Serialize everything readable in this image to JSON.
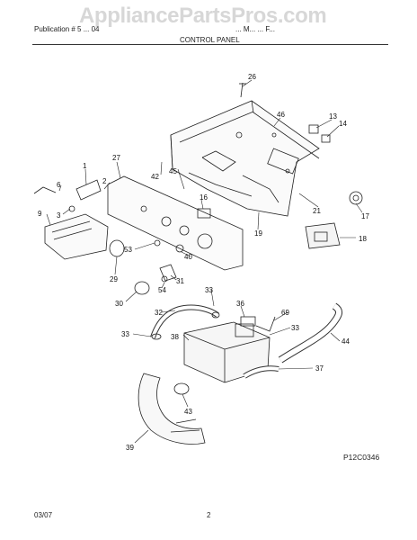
{
  "header": {
    "publication": "Publication # 5 ... 04",
    "model": "... M... ... F...",
    "section_title": "CONTROL PANEL",
    "watermark": "AppliancePartsPros.com"
  },
  "callouts": {
    "c1": "1",
    "c2": "2",
    "c3": "3",
    "c6": "6",
    "c9": "9",
    "c13": "13",
    "c14": "14",
    "c16": "16",
    "c17": "17",
    "c18": "18",
    "c19": "19",
    "c21": "21",
    "c26": "26",
    "c27": "27",
    "c29": "29",
    "c30": "30",
    "c31": "31",
    "c32": "32",
    "c33a": "33",
    "c33b": "33",
    "c33c": "33",
    "c36": "36",
    "c37": "37",
    "c38": "38",
    "c39": "39",
    "c40": "40",
    "c42": "42",
    "c43": "43",
    "c44": "44",
    "c45": "45",
    "c46": "46",
    "c53": "53",
    "c54": "54",
    "c69": "69"
  },
  "footer": {
    "diagram_code": "P12C0346",
    "date": "03/07",
    "page": "2"
  }
}
